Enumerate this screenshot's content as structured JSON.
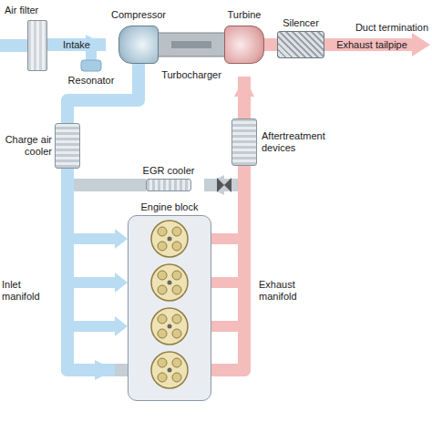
{
  "diagram": {
    "nodes": [
      {
        "text": [
          "Air filter"
        ]
      },
      {
        "text": [
          "Turbocharger"
        ]
      },
      {
        "text": [
          "Compressor"
        ],
        "in": 1
      },
      {
        "text": [
          "Turbine"
        ],
        "in": 1
      },
      {
        "text": [
          "Silencer"
        ]
      },
      {
        "text": [
          "Charge air cooler"
        ]
      },
      {
        "text": [
          "Aftertreatment devices"
        ]
      },
      {
        "text": [
          "EGR cooler"
        ]
      },
      {
        "text": [
          "Engine block"
        ]
      }
    ],
    "edges": [
      {
        "from": 0,
        "to": 2,
        "arrow": "to",
        "label": "Intake"
      },
      {
        "from": 2,
        "to": 5,
        "arrow": "none"
      },
      {
        "from": 5,
        "to": 8,
        "arrow": "to"
      },
      {
        "from": 8,
        "to": 6,
        "arrow": "none"
      },
      {
        "from": 6,
        "to": 3,
        "arrow": "to"
      },
      {
        "from": 3,
        "to": 4,
        "arrow": "none"
      },
      {
        "from": 8,
        "to": 7,
        "arrow": "to"
      },
      {
        "from": 7,
        "to": 8,
        "arrow": "none"
      }
    ],
    "labels": [
      "Duct termination",
      "Exhaust tailpipe",
      "Resonator",
      "Inlet manifold",
      "Exhaust manifold"
    ]
  }
}
